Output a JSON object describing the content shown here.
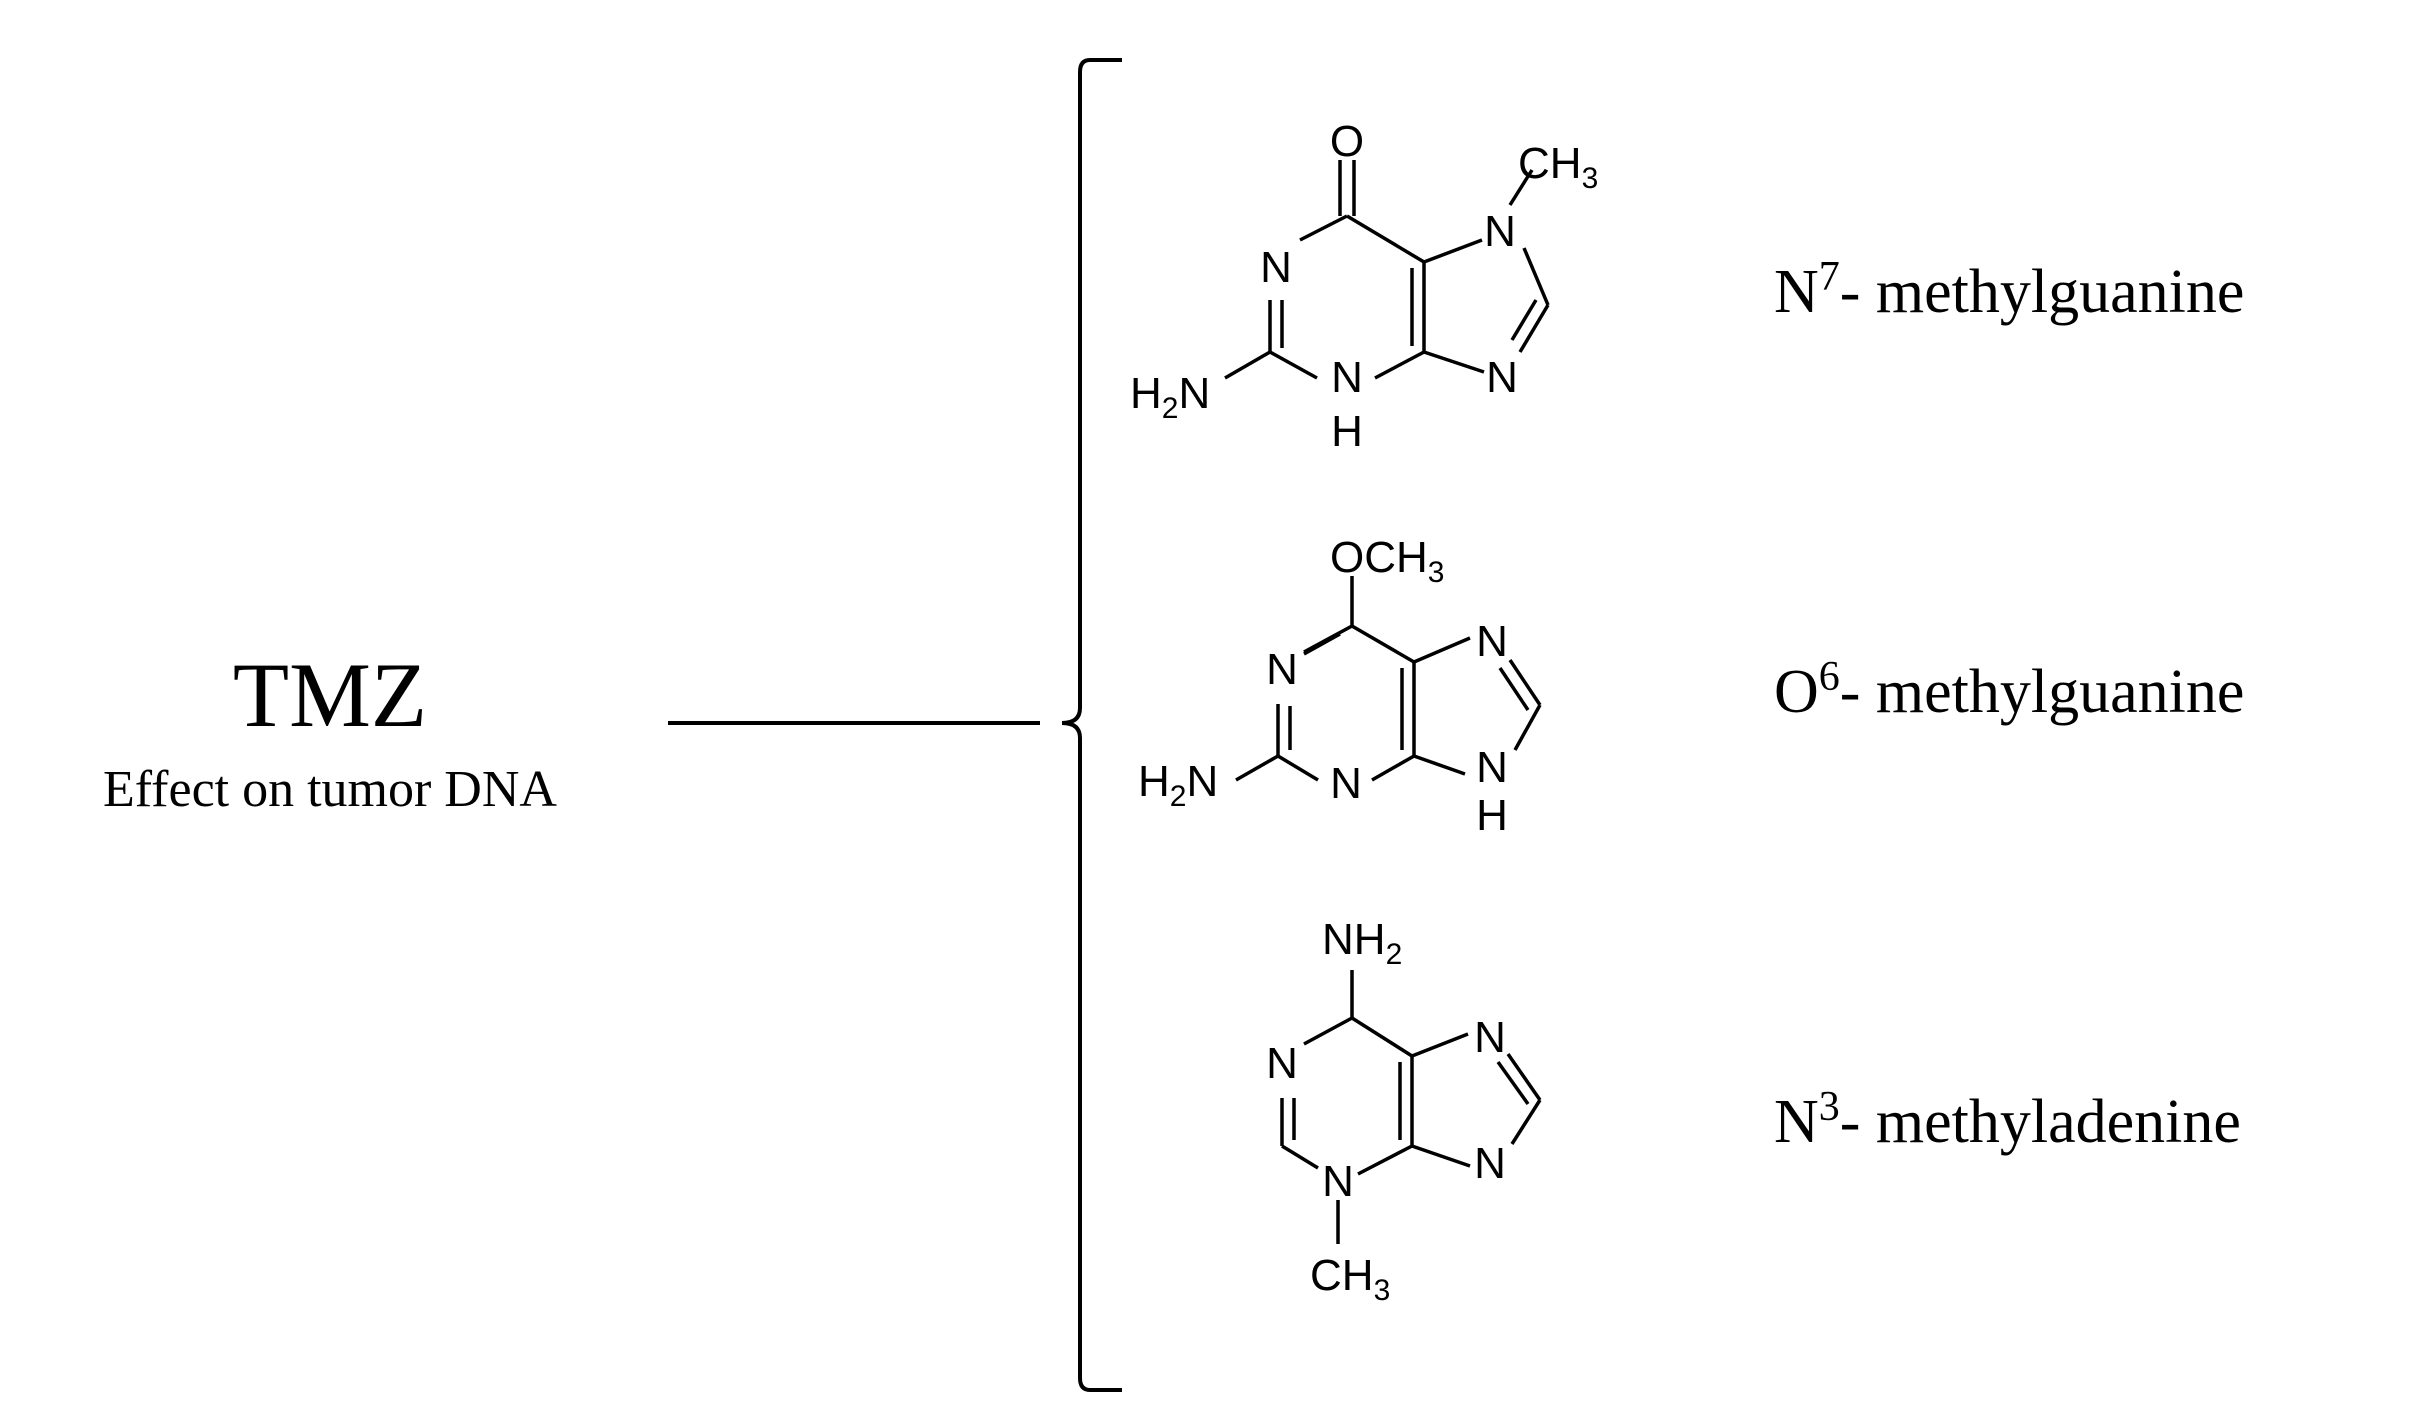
{
  "drug": {
    "name": "TMZ",
    "subtitle": "Effect on tumor DNA"
  },
  "products": [
    {
      "prefix": "N",
      "superscript": "7",
      "suffix": "- methylguanine"
    },
    {
      "prefix": "O",
      "superscript": "6",
      "suffix": "- methylguanine"
    },
    {
      "prefix": "N",
      "superscript": "3",
      "suffix": "- methyladenine"
    }
  ],
  "structures": {
    "n7_methylguanine": {
      "o_label": "O",
      "ch3": "CH",
      "ch3_sub": "3",
      "n7": "N",
      "n1": "N",
      "n9": "N",
      "nh": "N",
      "h": "H",
      "h2n_h": "H",
      "h2n_sub": "2",
      "h2n_n": "N"
    },
    "o6_methylguanine": {
      "och3": "OCH",
      "och3_sub": "3",
      "n1": "N",
      "n7": "N",
      "n3": "N",
      "nh": "N",
      "h": "H",
      "h2n_h": "H",
      "h2n_sub": "2",
      "h2n_n": "N"
    },
    "n3_methyladenine": {
      "nh2": "NH",
      "nh2_sub": "2",
      "n1": "N",
      "n7": "N",
      "n9": "N",
      "n3": "N",
      "ch3": "CH",
      "ch3_sub": "3"
    }
  }
}
